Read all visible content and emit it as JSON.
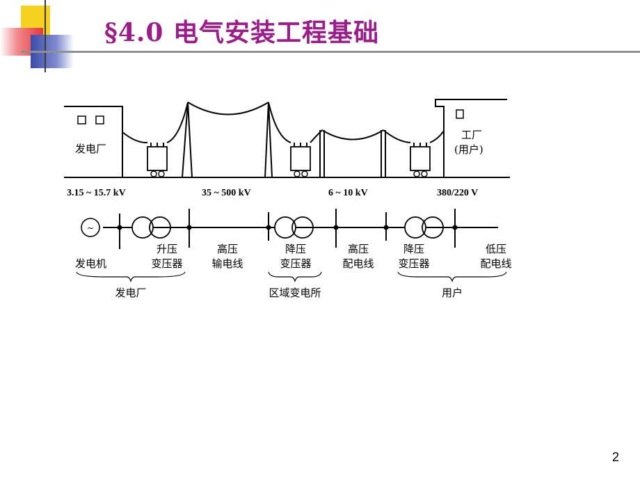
{
  "slide": {
    "title": "§4.0  电气安装工程基础",
    "page_number": "2",
    "accent_colors": {
      "yellow": "#f5d21f",
      "red": "#e8373a",
      "blue": "#3b4ba8",
      "title": "#9b1c8a"
    }
  },
  "scene": {
    "plant_label": "发电厂",
    "factory_label_1": "工厂",
    "factory_label_2": "(用户)",
    "voltages": [
      "3.15 ~ 15.7 kV",
      "35 ~ 500 kV",
      "6 ~ 10 kV",
      "380/220 V"
    ]
  },
  "oneline": {
    "generator_symbol": "~",
    "components": [
      {
        "line1": "发电机",
        "line2": ""
      },
      {
        "line1": "升压",
        "line2": "变压器"
      },
      {
        "line1": "高压",
        "line2": "输电线"
      },
      {
        "line1": "降压",
        "line2": "变压器"
      },
      {
        "line1": "高压",
        "line2": "配电线"
      },
      {
        "line1": "降压",
        "line2": "变压器"
      },
      {
        "line1": "低压",
        "line2": "配电线"
      }
    ],
    "groups": [
      "发电厂",
      "区域变电所",
      "用户"
    ]
  }
}
